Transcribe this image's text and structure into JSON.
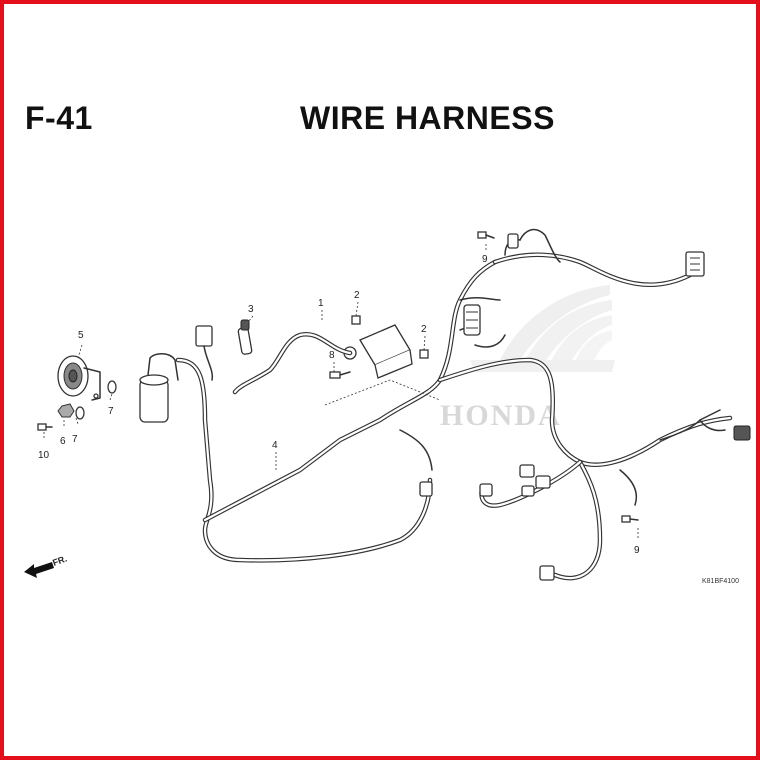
{
  "header": {
    "page_code": "F-41",
    "title": "WIRE HARNESS"
  },
  "diagram": {
    "watermark": "HONDA",
    "direction_label": "FR.",
    "drawing_code": "K81BF4100",
    "callouts": [
      "1",
      "2",
      "2",
      "3",
      "4",
      "5",
      "6",
      "7",
      "7",
      "8",
      "9",
      "9",
      "10"
    ]
  },
  "colors": {
    "border": "#e3101b",
    "line": "#333333",
    "watermark": "#d8d8d8"
  }
}
